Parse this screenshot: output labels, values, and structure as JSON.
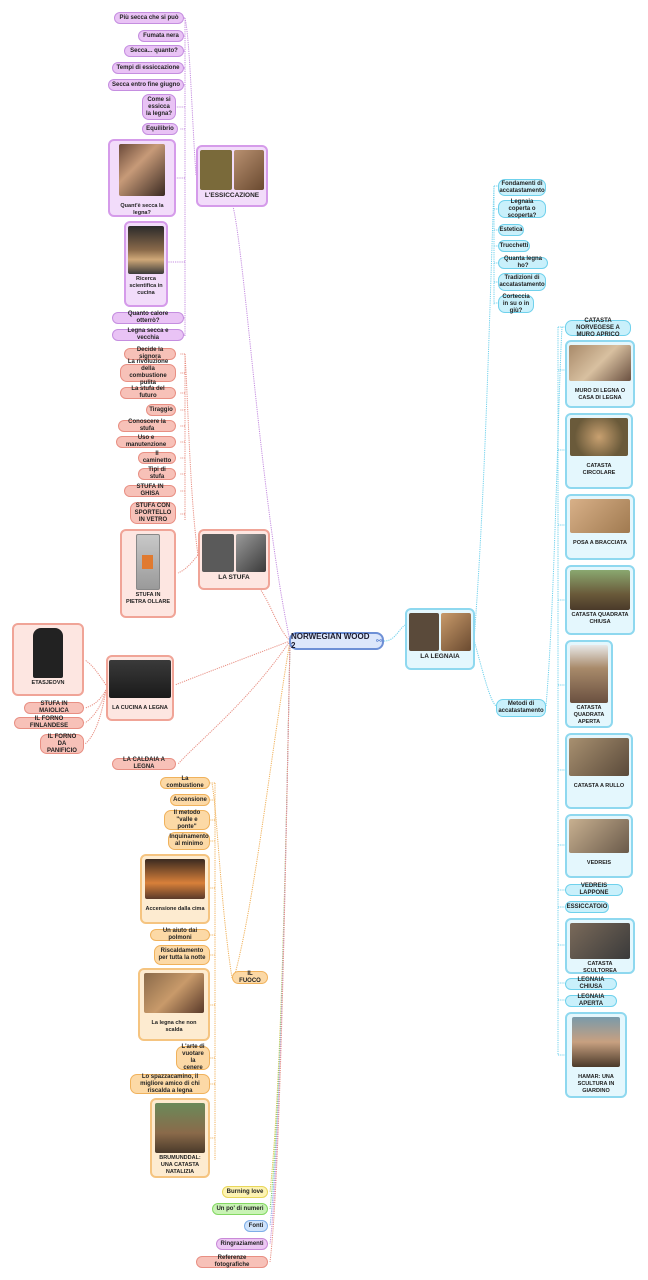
{
  "root": {
    "title": "NORWEGIAN WOOD 2",
    "icon": "link-icon"
  },
  "branches": {
    "essiccazione": {
      "title": "L'ESSICCAZIONE",
      "color": "#c58ee0",
      "items": [
        "Più secca che si può",
        "Fumata nera",
        "Secca... quanto?",
        "Tempi di essiccazione",
        "Secca entro fine giugno",
        "Come si essicca la legna?",
        "Equilibrio"
      ],
      "card1": "Quant'è secca la legna?",
      "card2": "Ricerca scientifica in cucina",
      "items2": [
        "Quanto calore otterrò?",
        "Legna secca e vecchia"
      ]
    },
    "stufa": {
      "title": "LA STUFA",
      "color": "#e88f83",
      "items": [
        "Decide la signora",
        "La rivoluzione della combustione pulita",
        "La stufa del futuro",
        "Tiraggio",
        "Conoscere la stufa",
        "Uso e manutenzione",
        "Il caminetto",
        "Tipi di stufa",
        "STUFA IN GHISA",
        "STUFA CON SPORTELLO IN VETRO"
      ],
      "card_ollare": "STUFA IN PIETRA OLLARE",
      "cucina": "LA CUCINA A LEGNA",
      "cucina_items": [
        "STUFA IN MAIOLICA",
        "IL FORNO FINLANDESE",
        "IL FORNO DA PANIFICIO"
      ],
      "etasjeovn": "ETASJEOVN",
      "caldaia": "LA CALDAIA A LEGNA"
    },
    "fuoco": {
      "title": "IL FUOCO",
      "color": "#f0b25c",
      "items": [
        "La combustione",
        "Accensione",
        "Il metodo \"valle e ponte\"",
        "Inquinamento al minimo"
      ],
      "card1": "Accensione dalla cima",
      "items2": [
        "Un aiuto dai polmoni",
        "Riscaldamento per tutta la notte"
      ],
      "card2": "La legna che non scalda",
      "items3": [
        "L'arte di vuotare la cenere",
        "Lo spazzacamino, il migliore amico di chi riscalda a legna"
      ],
      "card3": "BRUMUNDDAL: UNA CATASTA NATALIZIA"
    },
    "legnaia": {
      "title": "LA LEGNAIA",
      "color": "#6fd1ec",
      "items": [
        "Fondamenti di accatastamento",
        "Legnaia coperta o scoperta?",
        "Estetica",
        "Trucchetti",
        "Quanta legna ho?",
        "Tradizioni di accatastamento",
        "Corteccia in su o in giù?"
      ],
      "metodi": "Metodi di accatastamento",
      "methods": [
        "CATASTA NORVEGESE A MURO APRICO",
        "MURO DI LEGNA O CASA DI LEGNA",
        "CATASTA CIRCOLARE",
        "POSA A BRACCIATA",
        "CATASTA QUADRATA CHIUSA",
        "CATASTA QUADRATA APERTA",
        "CATASTA A RULLO",
        "VEDREIS",
        "VEDREIS LAPPONE",
        "ESSICCATOIO",
        "CATASTA SCULTOREA",
        "LEGNAIA CHIUSA",
        "LEGNAIA APERTA",
        "HAMAR: UNA SCULTURA IN GIARDINO"
      ]
    },
    "bottom": [
      "Burning love",
      "Un po' di numeri",
      "Fonti",
      "Ringraziamenti",
      "Referenze fotografiche"
    ]
  }
}
